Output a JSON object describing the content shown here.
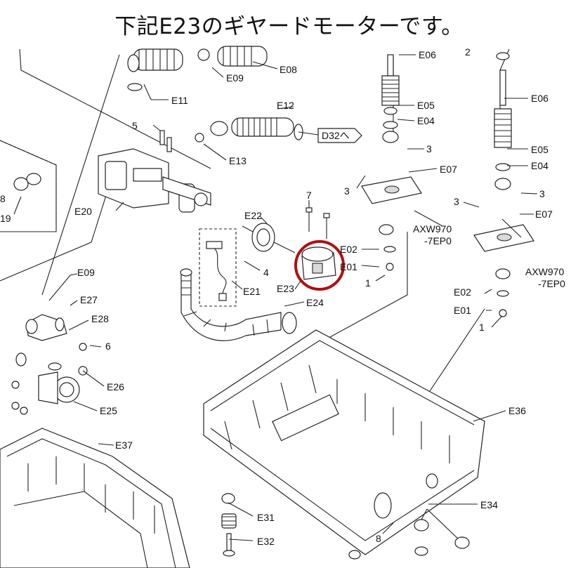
{
  "headline": "下記E23のギヤードモーターです。",
  "labels": {
    "E06a": "E06",
    "two": "2",
    "E09a": "E09",
    "E08": "E08",
    "E11": "E11",
    "E12": "E12",
    "five": "5",
    "D32": "D32へ",
    "E13": "E13",
    "E05a": "E05",
    "E04a": "E04",
    "three_a": "3",
    "E07a": "E07",
    "E06b": "E06",
    "E05b": "E05",
    "E04b": "E04",
    "three_b": "3",
    "three_c": "3",
    "three_d": "3",
    "E07b": "E07",
    "seven": "7",
    "E20": "E20",
    "E22": "E22",
    "nineteen": "19",
    "eight_top": "8",
    "AXW_a1": "AXW970",
    "AXW_a2": "-7EP0",
    "E02a": "E02",
    "E01a": "E01",
    "one_a": "1",
    "four": "4",
    "E21": "E21",
    "E23": "E23",
    "E09b": "E09",
    "E27": "E27",
    "E28": "E28",
    "E24": "E24",
    "AXW_b1": "AXW970",
    "AXW_b2": "-7EP0",
    "E02b": "E02",
    "E01b": "E01",
    "one_b": "1",
    "six": "6",
    "E26": "E26",
    "E25": "E25",
    "E36": "E36",
    "E37": "E37",
    "E34": "E34",
    "E31": "E31",
    "E32": "E32",
    "eight_bottom": "8"
  },
  "highlight": {
    "target": "E23",
    "ring_color": "#b01010"
  }
}
